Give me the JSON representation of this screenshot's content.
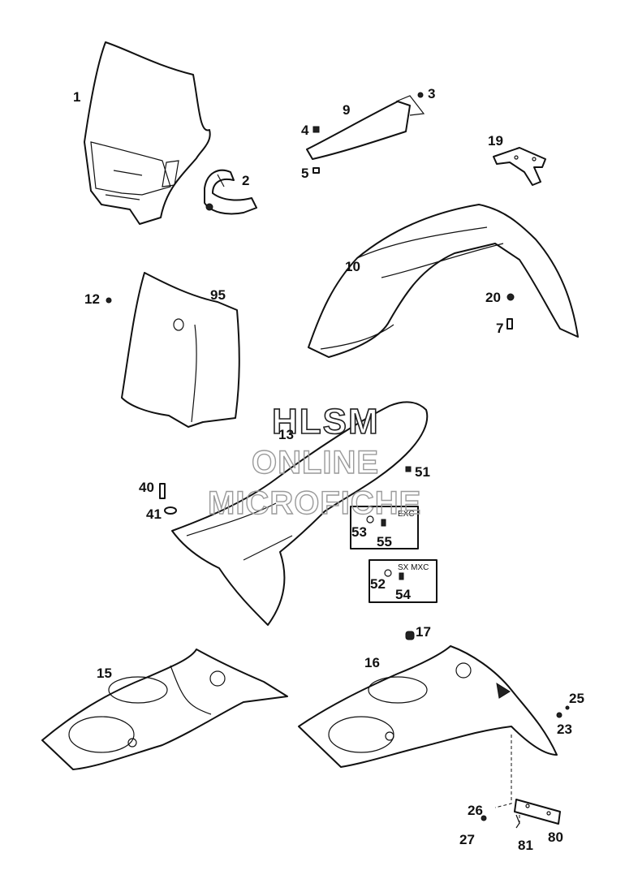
{
  "watermark": {
    "line1": "HLSM",
    "line2": "ONLINE",
    "line3": "MICROFICHE"
  },
  "callouts": {
    "c1": "1",
    "c2": "2",
    "c3": "3",
    "c4": "4",
    "c5": "5",
    "c7": "7",
    "c9": "9",
    "c10": "10",
    "c12": "12",
    "c13": "13",
    "c15": "15",
    "c16": "16",
    "c17": "17",
    "c19": "19",
    "c20": "20",
    "c23": "23",
    "c25": "25",
    "c26": "26",
    "c27": "27",
    "c40": "40",
    "c41": "41",
    "c51": "51",
    "c52": "52",
    "c53": "53",
    "c54": "54",
    "c55": "55",
    "c80": "80",
    "c81": "81",
    "c95": "95"
  },
  "variant_boxes": {
    "exc_label": "EXC",
    "sx_mxc_label": "SX MXC"
  },
  "colors": {
    "line": "#111111",
    "background": "#ffffff",
    "watermark_outline": "#9a9a9a"
  }
}
